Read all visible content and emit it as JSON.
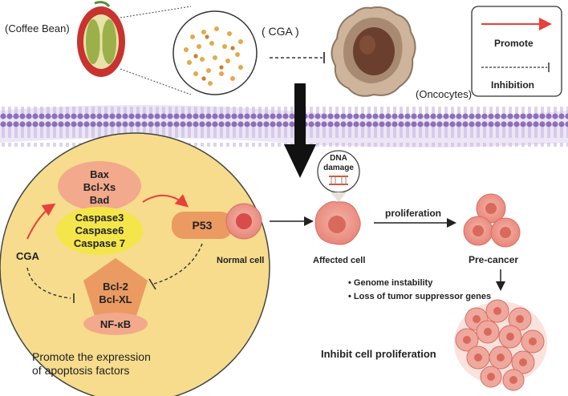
{
  "top": {
    "coffee_bean_label": "(Coffee Bean)",
    "cga_label": "( CGA )",
    "oncocytes_label": "(Oncocytes)"
  },
  "legend": {
    "promote_label": "Promote",
    "inhibition_label": "Inhibition",
    "promote_color": "#e8403a",
    "inhibition_color": "#333333"
  },
  "apoptosis_panel": {
    "bax_lines": [
      "Bax",
      "Bcl-Xs",
      "Bad"
    ],
    "caspase_lines": [
      "Caspase3",
      "Caspase6",
      "Caspase 7"
    ],
    "p53_label": "P53",
    "cga_label": "CGA",
    "bcl_lines": [
      "Bcl-2",
      "Bcl-XL"
    ],
    "nfkb_label": "NF-κB",
    "caption_lines": [
      "Promote the expression",
      "of apoptosis factors"
    ],
    "circle_color": "#f6dc8c",
    "pink_color": "#f2a98c",
    "yellow_color": "#f4e64a",
    "orange_color": "#eb9a62"
  },
  "proliferation": {
    "dna_damage_lines": [
      "DNA",
      "damage"
    ],
    "normal_cell_label": "Normal cell",
    "affected_cell_label": "Affected cell",
    "proliferation_label": "proliferation",
    "pre_cancer_label": "Pre-cancer",
    "bullets": [
      "Genome instability",
      "Loss of tumor suppressor genes"
    ],
    "inhibit_label": "Inhibit cell proliferation"
  }
}
